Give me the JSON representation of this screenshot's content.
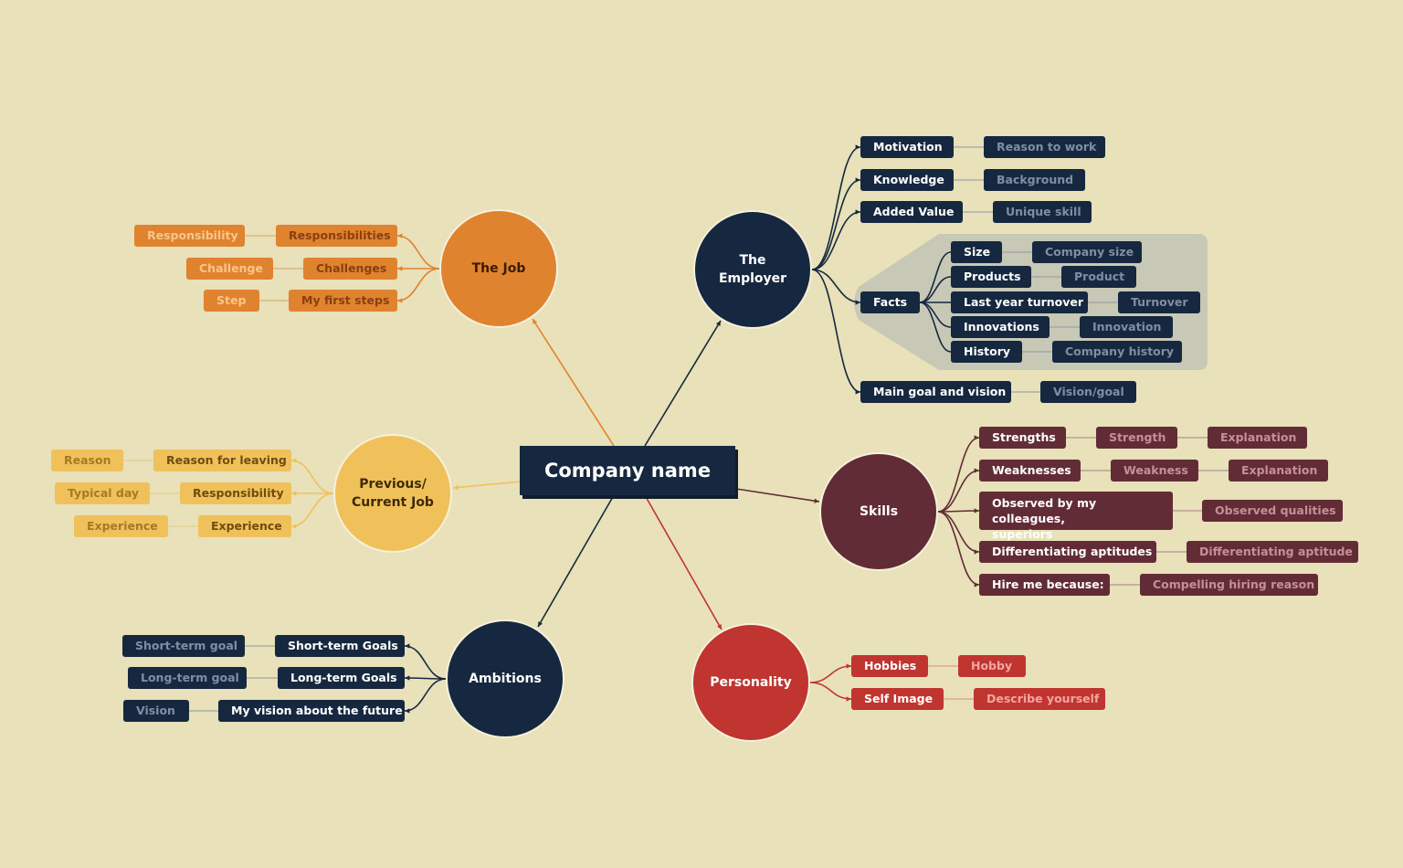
{
  "center": {
    "label": "Company name"
  },
  "colors": {
    "background": "#e8e1b9",
    "navy": "#16283f",
    "navy_text_light": "#7f8fa2",
    "orange": "#e0832f",
    "orange_text": "#8a3f0f",
    "orange_light": "#f9c68a",
    "yellow": "#f0c15b",
    "yellow_text": "#6f4c10",
    "yellow_light": "#a47a26",
    "maroon": "#622c36",
    "maroon_text_light": "#c68f98",
    "red": "#c03530",
    "red_text_light": "#f1a6a1",
    "boundary": "#c8c8b6"
  },
  "branches": {
    "job": {
      "label": "The Job",
      "subtopics": [
        {
          "label": "Responsibilities",
          "detail": "Responsibility"
        },
        {
          "label": "Challenges",
          "detail": "Challenge"
        },
        {
          "label": "My first steps",
          "detail": "Step"
        }
      ]
    },
    "employer": {
      "label": "The\nEmployer",
      "subtopics": [
        {
          "label": "Motivation",
          "detail": "Reason to work"
        },
        {
          "label": "Knowledge",
          "detail": "Background"
        },
        {
          "label": "Added Value",
          "detail": "Unique skill"
        },
        {
          "label": "Facts",
          "children": [
            {
              "label": "Size",
              "detail": "Company size"
            },
            {
              "label": "Products",
              "detail": "Product"
            },
            {
              "label": "Last year turnover",
              "detail": "Turnover"
            },
            {
              "label": "Innovations",
              "detail": "Innovation"
            },
            {
              "label": "History",
              "detail": "Company history"
            }
          ]
        },
        {
          "label": "Main goal and vision",
          "detail": "Vision/goal"
        }
      ]
    },
    "previous": {
      "label": "Previous/\nCurrent Job",
      "subtopics": [
        {
          "label": "Reason for leaving",
          "detail": "Reason"
        },
        {
          "label": "Responsibility",
          "detail": "Typical day"
        },
        {
          "label": "Experience",
          "detail": "Experience"
        }
      ]
    },
    "skills": {
      "label": "Skills",
      "subtopics": [
        {
          "label": "Strengths",
          "detail": "Strength",
          "detail2": "Explanation"
        },
        {
          "label": "Weaknesses",
          "detail": "Weakness",
          "detail2": "Explanation"
        },
        {
          "label": "Observed by my colleagues,\nsuperiors",
          "detail": "Observed qualities"
        },
        {
          "label": "Differentiating aptitudes",
          "detail": "Differentiating aptitude"
        },
        {
          "label": "Hire me because:",
          "detail": "Compelling hiring reason"
        }
      ]
    },
    "ambitions": {
      "label": "Ambitions",
      "subtopics": [
        {
          "label": "Short-term Goals",
          "detail": "Short-term goal"
        },
        {
          "label": "Long-term Goals",
          "detail": "Long-term goal"
        },
        {
          "label": "My vision about the future",
          "detail": "Vision"
        }
      ]
    },
    "personality": {
      "label": "Personality",
      "subtopics": [
        {
          "label": "Hobbies",
          "detail": "Hobby"
        },
        {
          "label": "Self Image",
          "detail": "Describe yourself"
        }
      ]
    }
  }
}
